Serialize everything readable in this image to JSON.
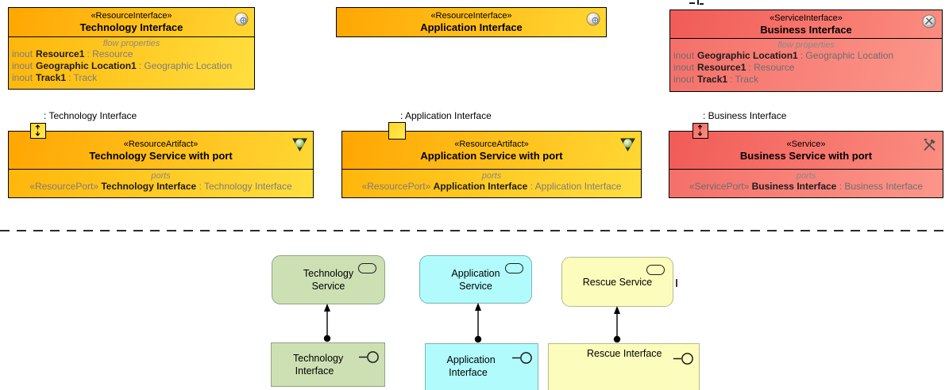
{
  "colors": {
    "resource_gradient_start": "#ffa602",
    "resource_gradient_end": "#ffdf3f",
    "service_gradient_start": "#f15b57",
    "service_gradient_end": "#fc968a",
    "port_yellow": "#ffd81e",
    "port_red": "#f7685f",
    "archimate_green": "#cde0b4",
    "archimate_cyan": "#b2fbfc",
    "archimate_yellow": "#fcfcbc",
    "muted_text": "#8a8a8a",
    "line_black": "#000000"
  },
  "top_row": [
    {
      "stereotype": "«ResourceInterface»",
      "name": "Technology Interface",
      "icon": "resource-interface-icon",
      "compartment_label": "flow properties",
      "flows": [
        {
          "dir": "inout",
          "name": "Resource1",
          "type": ": Resource"
        },
        {
          "dir": "inout",
          "name": "Geographic Location1",
          "type": ": Geographic Location"
        },
        {
          "dir": "inout",
          "name": "Track1",
          "type": ": Track"
        }
      ]
    },
    {
      "stereotype": "«ResourceInterface»",
      "name": "Application Interface",
      "icon": "resource-interface-icon"
    },
    {
      "stereotype": "«ServiceInterface»",
      "name": "Business Interface",
      "icon": "service-interface-icon",
      "compartment_label": "flow properties",
      "flows": [
        {
          "dir": "inout",
          "name": "Geographic Location1",
          "type": ": Geographic Location"
        },
        {
          "dir": "inout",
          "name": "Resource1",
          "type": ": Resource"
        },
        {
          "dir": "inout",
          "name": "Track1",
          "type": ": Track"
        }
      ]
    }
  ],
  "middle_row": [
    {
      "port_label": ": Technology Interface",
      "stereotype": "«ResourceArtifact»",
      "name": "Technology Service with port",
      "icon": "resource-artifact-icon",
      "port_icon": "updown-arrows-port",
      "compartment_label": "ports",
      "port": {
        "stereotype": "«ResourcePort»",
        "name": "Technology Interface",
        "type": ": Technology Interface"
      }
    },
    {
      "port_label": ": Application Interface",
      "stereotype": "«ResourceArtifact»",
      "name": "Application Service with port",
      "icon": "resource-artifact-icon",
      "port_icon": "plain-port",
      "compartment_label": "ports",
      "port": {
        "stereotype": "«ResourcePort»",
        "name": "Application Interface",
        "type": ": Application Interface"
      }
    },
    {
      "port_label": ": Business Interface",
      "stereotype": "«Service»",
      "name": "Business Service with port",
      "icon": "crossed-tools-icon",
      "port_icon": "updown-arrows-port",
      "compartment_label": "ports",
      "port": {
        "stereotype": "«ServicePort»",
        "name": "Business Interface",
        "type": ": Business Interface"
      }
    }
  ],
  "bottom": {
    "services": [
      {
        "label": "Technology Service",
        "icon": "archimate-service-icon"
      },
      {
        "label": "Application Service",
        "icon": "archimate-service-icon"
      },
      {
        "label": "Rescue Service",
        "icon": "archimate-service-icon"
      }
    ],
    "interfaces": [
      {
        "label": "Technology Interface",
        "icon": "lollipop-interface-icon"
      },
      {
        "label": "Application Interface",
        "icon": "lollipop-interface-icon"
      },
      {
        "label": "Rescue Interface",
        "icon": "lollipop-interface-icon"
      }
    ],
    "connector_type": "assignment (ball-to-arrow)"
  }
}
